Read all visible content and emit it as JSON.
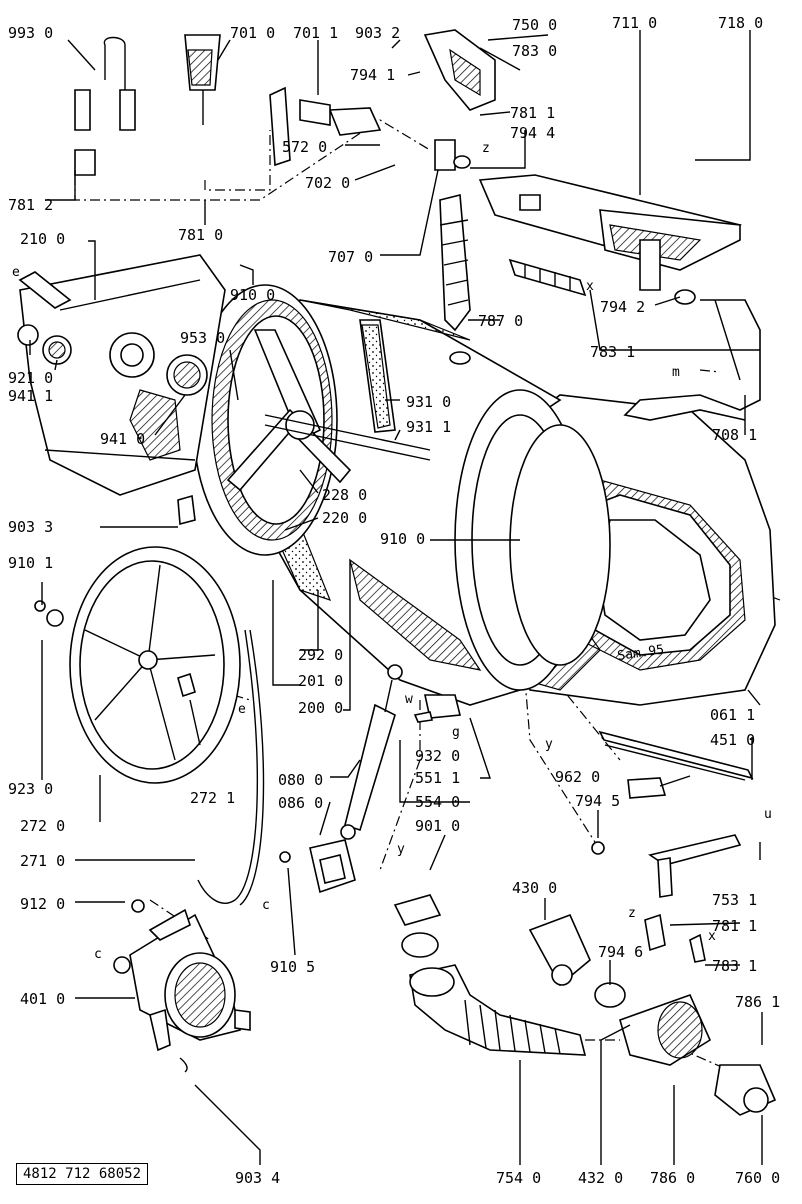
{
  "document_ref": "4812 712 68052",
  "signature": "Sam.95",
  "letters": [
    "e",
    "z",
    "x",
    "m",
    "y",
    "w",
    "g",
    "c",
    "u"
  ],
  "labels": [
    "993 0",
    "701 0",
    "701 1",
    "903 2",
    "750 0",
    "783 0",
    "711 0",
    "718 0",
    "794 1",
    "781 1",
    "794 4",
    "572 0",
    "702 0",
    "781 2",
    "781 0",
    "210 0",
    "707 0",
    "910 0",
    "794 2",
    "953 0",
    "787 0",
    "921 0",
    "941 1",
    "783 1",
    "941 0",
    "931 0",
    "931 1",
    "708 1",
    "228 0",
    "220 0",
    "903 3",
    "910 0",
    "910 1",
    "292 0",
    "201 0",
    "200 0",
    "061 1",
    "451 0",
    "923 0",
    "272 1",
    "080 0",
    "086 0",
    "932 0",
    "551 1",
    "554 0",
    "962 0",
    "794 5",
    "272 0",
    "901 0",
    "271 0",
    "430 0",
    "753 1",
    "912 0",
    "781 1",
    "794 6",
    "783 1",
    "401 0",
    "910 5",
    "786 1",
    "903 4",
    "754 0",
    "432 0",
    "786 0",
    "760 0"
  ]
}
